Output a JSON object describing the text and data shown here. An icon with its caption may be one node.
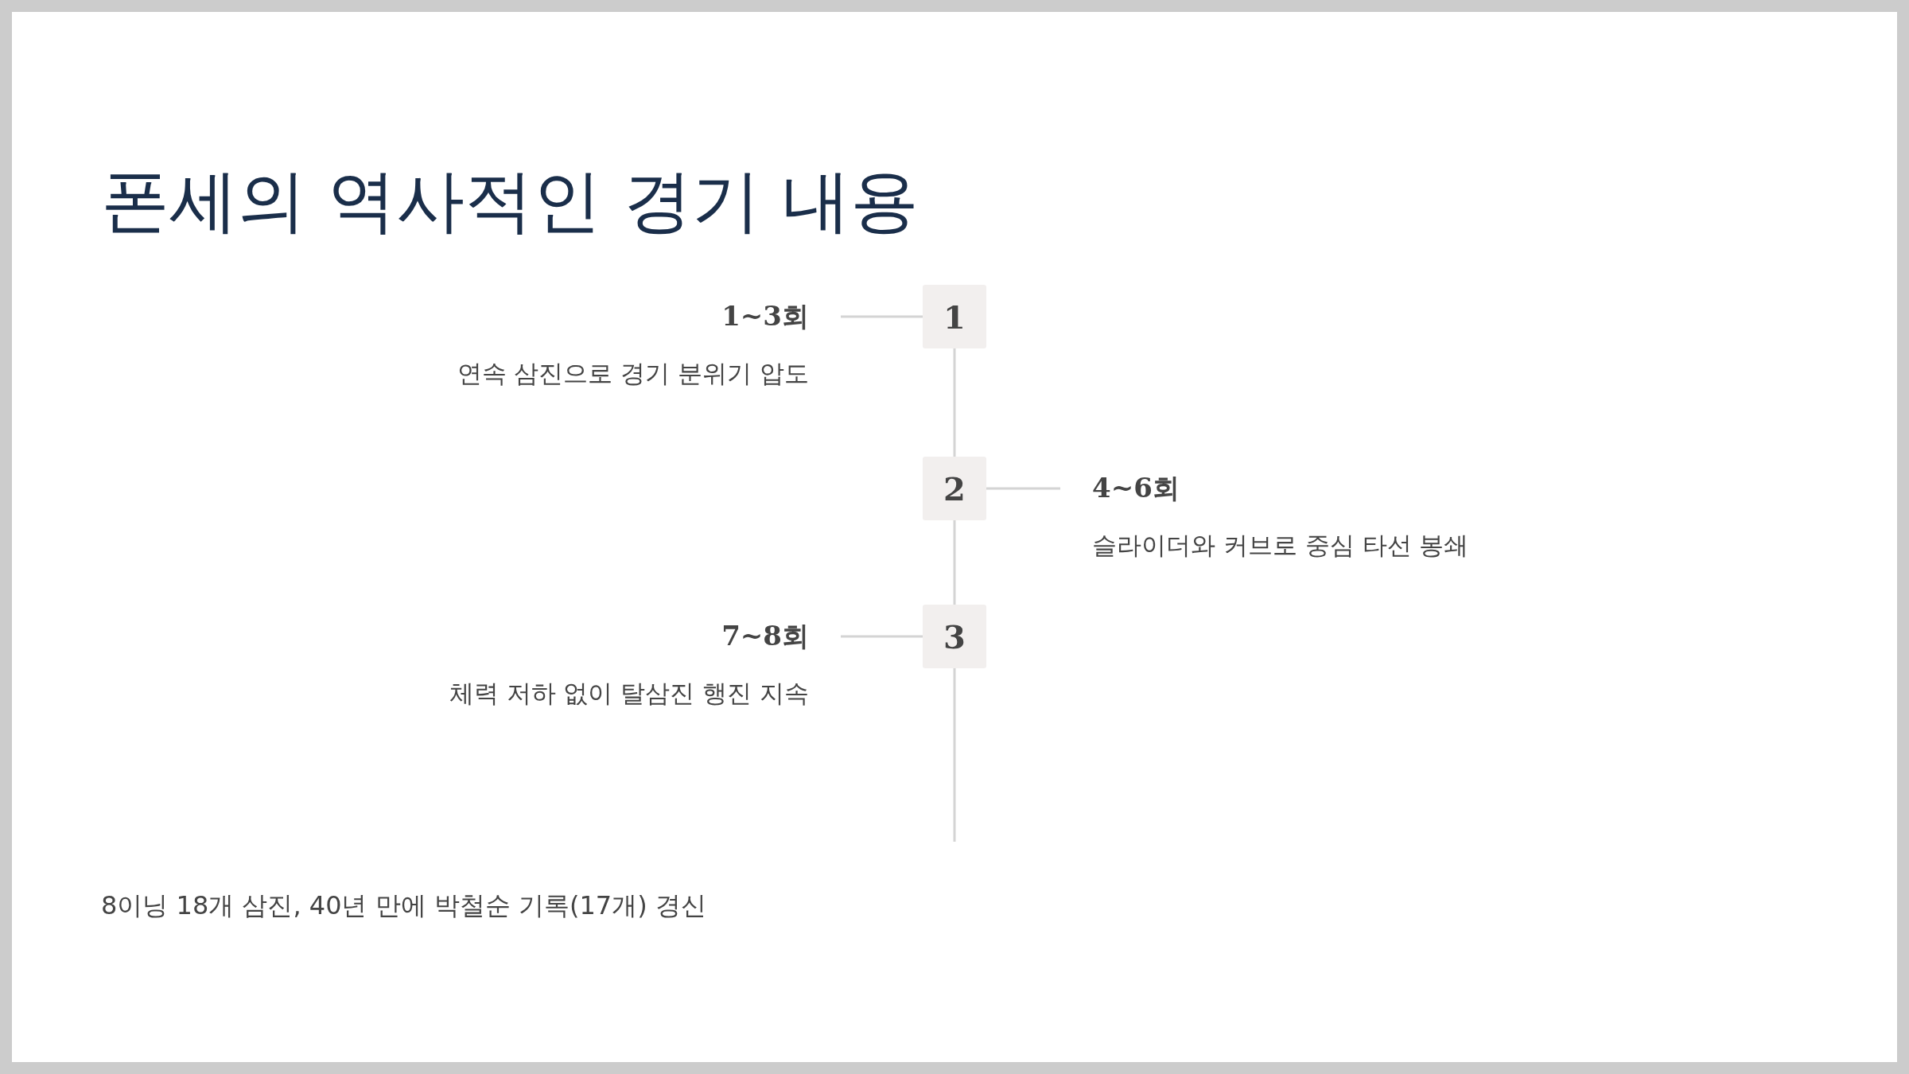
{
  "diagram": {
    "title": "폰세의 역사적인 경기 내용",
    "nodes": [
      {
        "text": [
          "1"
        ]
      },
      {
        "text": [
          "1~3회",
          "연속 삼진으로 경기 분위기 압도"
        ]
      },
      {
        "text": [
          "2"
        ]
      },
      {
        "text": [
          "4~6회",
          "슬라이더와 커브로 중심 타선 봉쇄"
        ]
      },
      {
        "text": [
          "3"
        ]
      },
      {
        "text": [
          "7~8회",
          "체력 저하 없이 탈삼진 행진 지속"
        ]
      }
    ],
    "edges": [
      {
        "from": 0,
        "to": 1,
        "arrow": "none"
      },
      {
        "from": 0,
        "to": 2,
        "arrow": "none"
      },
      {
        "from": 2,
        "to": 3,
        "arrow": "none"
      },
      {
        "from": 2,
        "to": 4,
        "arrow": "none"
      },
      {
        "from": 4,
        "to": 5,
        "arrow": "none"
      },
      {
        "from": 4,
        "to": null,
        "arrow": "none"
      }
    ],
    "caption": "8이닝 18개 삼진, 40년 만에 박철순 기록(17개) 경신"
  }
}
